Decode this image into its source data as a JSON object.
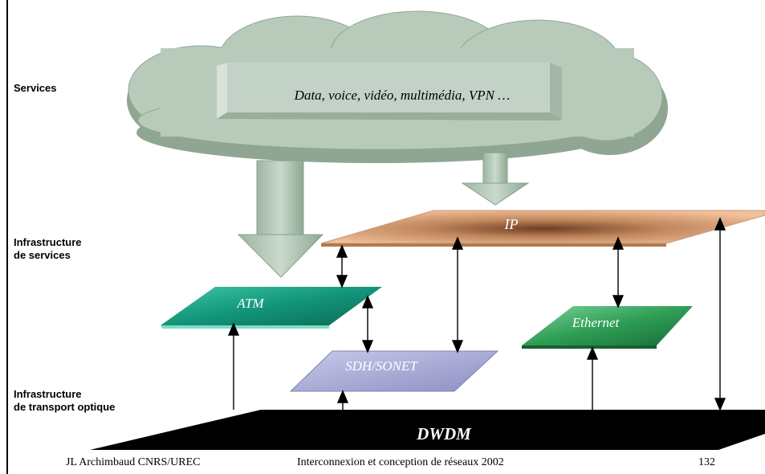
{
  "labels": {
    "services": "Services",
    "service_infra": [
      "Infrastructure",
      "de services"
    ],
    "transport_infra": [
      "Infrastructure",
      "de transport optique"
    ]
  },
  "cloud": {
    "text": "Data, voice, vidéo, multimédia, VPN …"
  },
  "layers": {
    "ip": "IP",
    "atm": "ATM",
    "ethernet": "Ethernet",
    "sdh": "SDH/SONET",
    "dwdm": "DWDM"
  },
  "footer": {
    "author": "JL Archimbaud CNRS/UREC",
    "course": "Interconnexion et conception de réseaux 2002",
    "page": "132"
  },
  "colors": {
    "cloud": "#b3c8b8",
    "ip": "#e9b48f",
    "atm": "#16987a",
    "ethernet": "#2c9a52",
    "sdh": "#a6a9d3",
    "dwdm": "#000000"
  }
}
